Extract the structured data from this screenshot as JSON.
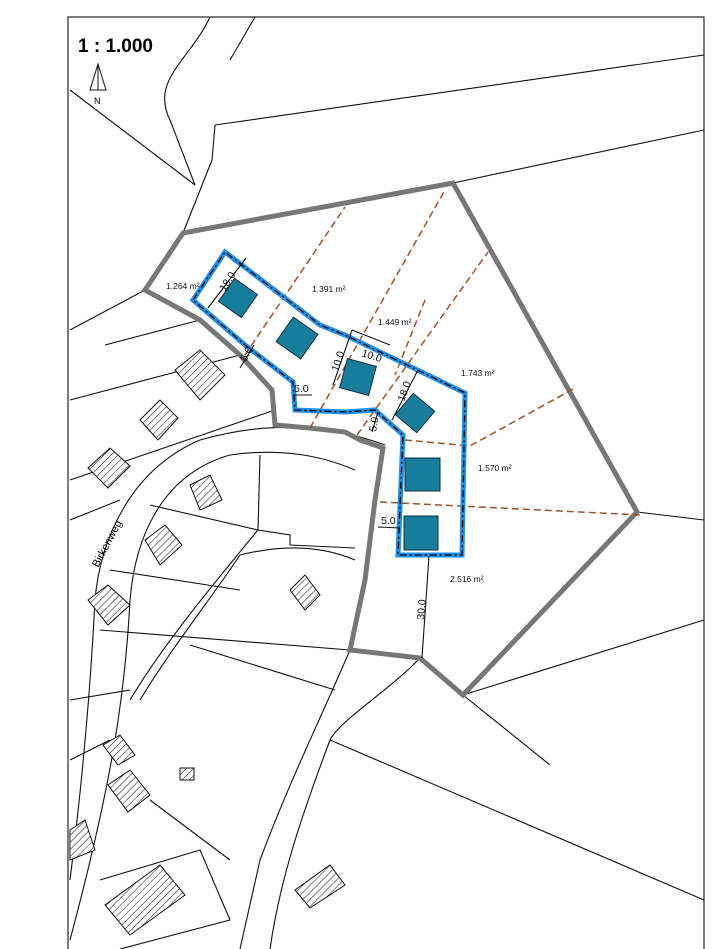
{
  "scale": "1 : 1.000",
  "north_label": "N",
  "street_name": "Birkenweg",
  "colors": {
    "parcel_outline": "#777777",
    "building_envelope": "#1e90e8",
    "buildings": "#167e9a",
    "plot_division": "#a0522d"
  },
  "plot_areas": [
    "1.264 m²",
    "1.391 m²",
    "1.449 m²",
    "1.743 m²",
    "1.570 m²",
    "2.516 m²"
  ],
  "dimensions": {
    "d1": "18.0",
    "d2": "5.0",
    "d3": "5.0",
    "d4": "10.0",
    "d5": "10.0",
    "d6": "18.0",
    "d7": "5.0",
    "d8": "5.0",
    "d9": "30.0"
  }
}
